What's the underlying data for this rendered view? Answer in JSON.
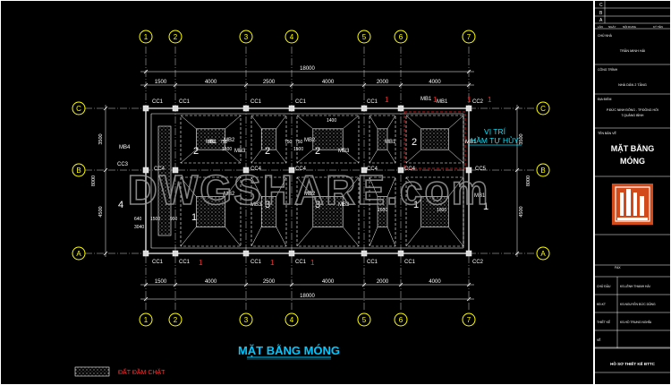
{
  "drawing": {
    "top_grid_labels": [
      "1",
      "2",
      "3",
      "4",
      "5",
      "6",
      "7"
    ],
    "bottom_grid_labels": [
      "1",
      "2",
      "3",
      "4",
      "5",
      "6",
      "7"
    ],
    "left_grid_labels": [
      "C",
      "B",
      "A"
    ],
    "right_grid_labels": [
      "C",
      "B",
      "A"
    ],
    "overall_dim_top": "18000",
    "overall_dim_bottom": "18000",
    "span_dims_top": [
      "1500",
      "4000",
      "2500",
      "4000",
      "2000",
      "4000"
    ],
    "span_dims_bottom": [
      "1500",
      "4000",
      "2500",
      "4000",
      "2000",
      "4000"
    ],
    "left_dims": [
      "3500",
      "8000",
      "4500"
    ],
    "right_dims": [
      "3500",
      "8000",
      "4500"
    ],
    "footing_labels_top": [
      "CC1",
      "CC1",
      "CC1",
      "CC1",
      "CC1",
      "MB1",
      "CC2"
    ],
    "footing_labels_mid": [
      "CC3",
      "CC4",
      "CC4",
      "CC4",
      "CC4",
      "CC4",
      "CC5"
    ],
    "footing_labels_bottom": [
      "CC1",
      "CC1",
      "CC1",
      "CC1",
      "CC1",
      "CC1",
      "CC2"
    ],
    "footing_numbers": [
      "1",
      "1",
      "1",
      "1",
      "1",
      "1",
      "1"
    ],
    "beam_labels": [
      "MB1",
      "MB1",
      "MB1",
      "MB2",
      "MB3",
      "MB2",
      "MB3",
      "MB2",
      "MB3",
      "MB2",
      "MB3",
      "MB4",
      "MB1",
      "MB1"
    ],
    "interior_numbers": [
      "2",
      "2",
      "2",
      "2",
      "3",
      "3",
      "4",
      "1",
      "1",
      "1"
    ],
    "small_dims": [
      "750",
      "750",
      "750",
      "750",
      "1500",
      "1500",
      "640",
      "1500",
      "900",
      "3040",
      "1600",
      "1600",
      "1400"
    ],
    "annotation": [
      "VỊ TRÍ",
      "HẦM TỰ HỦY"
    ],
    "watermark": "DWGSHARE.com",
    "title": "MẶT BẰNG MÓNG",
    "legend_label": "ĐẤT ĐẦM CHẶT"
  },
  "title_block": {
    "rev_rows": [
      "C",
      "B",
      "A"
    ],
    "rev_header": [
      "LẦN",
      "NGÀY",
      "NỘI DUNG",
      "KÝ TÊN"
    ],
    "owner_label": "CHỦ NHÀ",
    "owner_name": "TRẦN MINH HẢI",
    "project_label": "CÔNG TRÌNH",
    "project_name": "NHÀ DÂN 2 TẦNG",
    "location_label": "ĐỊA ĐIỂM",
    "location_lines": [
      "P.ĐỨC NINH ĐÔNG - TP.ĐỒNG HỚI",
      "T.QUẢNG BÌNH"
    ],
    "sheet_label": "TÊN BẢN VẼ",
    "sheet_name_lines": [
      "MẶT BẰNG",
      "MÓNG"
    ],
    "fax_label": "FAX",
    "staff_rows": [
      {
        "role": "CHỦ ĐẦU",
        "name": "KS.LÊNH THANH HẢI"
      },
      {
        "role": "KĐ.KT",
        "name": "KS.NGUYỄN ĐỨC DŨNG"
      },
      {
        "role": "THIẾT KẾ",
        "name": "KS.HỒ TRUNG NGHĨA"
      },
      {
        "role": "VẼ",
        "name": ""
      }
    ],
    "footer": "HỒ SƠ THIẾT KẾ BTTC"
  },
  "colors": {
    "background": "#000000",
    "grid_circle": "#ffff00",
    "dimension": "#ffffff",
    "footing": "#ffffff",
    "label_red": "#ff3030",
    "annotation": "#00e5ff",
    "title": "#00c8ff",
    "watermark": "#9a9a9a",
    "dash_line": "#ff2020",
    "hatch": "#c8c8c8"
  }
}
